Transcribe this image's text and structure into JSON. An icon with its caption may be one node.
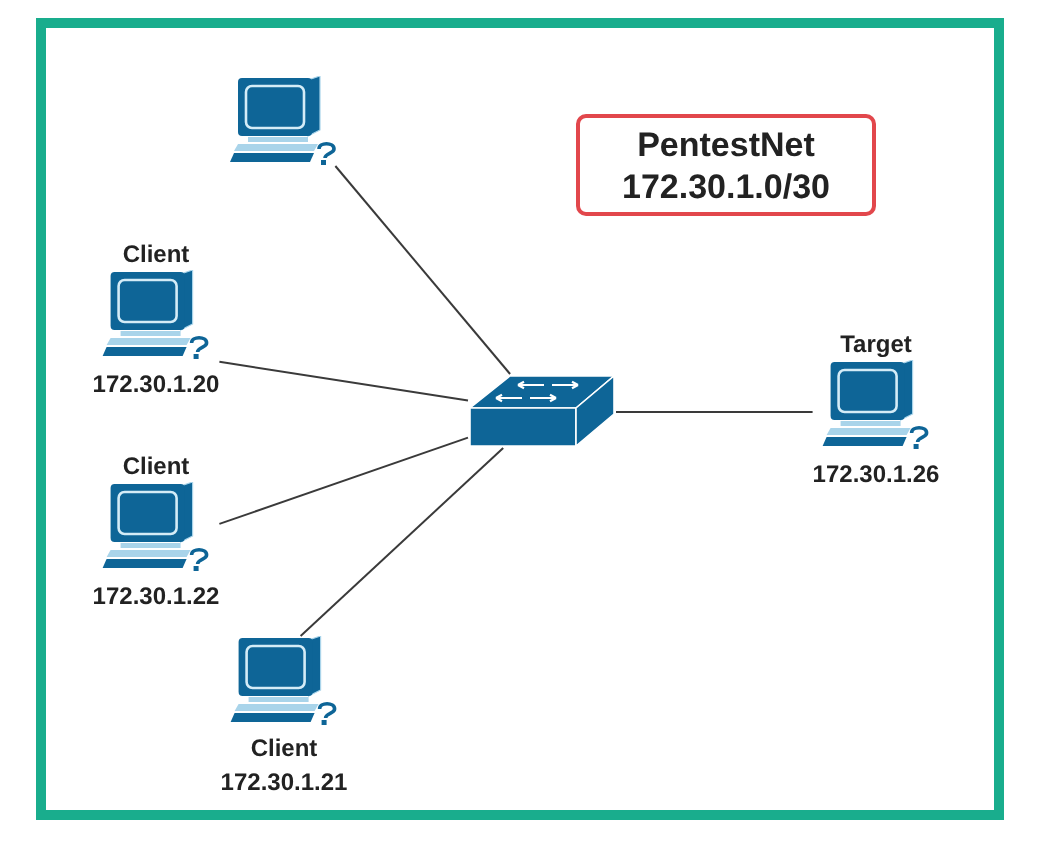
{
  "diagram": {
    "nodes": [
      {
        "text": [],
        "shape": "computer"
      },
      {
        "text": [
          "PentestNet",
          "172.30.1.0/30"
        ]
      },
      {
        "text": [
          "Client",
          "172.30.1.20"
        ]
      },
      {
        "text": [
          "Target",
          "172.30.1.26"
        ]
      },
      {
        "text": [],
        "shape": "switch"
      },
      {
        "text": [
          "Client",
          "172.30.1.22"
        ]
      },
      {
        "text": [
          "Client",
          "172.30.1.21"
        ]
      }
    ],
    "edges": [
      {
        "from": 0,
        "to": 4,
        "arrow": "none"
      },
      {
        "from": 2,
        "to": 4,
        "arrow": "none"
      },
      {
        "from": 4,
        "to": 3,
        "arrow": "none"
      },
      {
        "from": 5,
        "to": 4,
        "arrow": "none"
      },
      {
        "from": 6,
        "to": 4,
        "arrow": "none"
      }
    ]
  }
}
